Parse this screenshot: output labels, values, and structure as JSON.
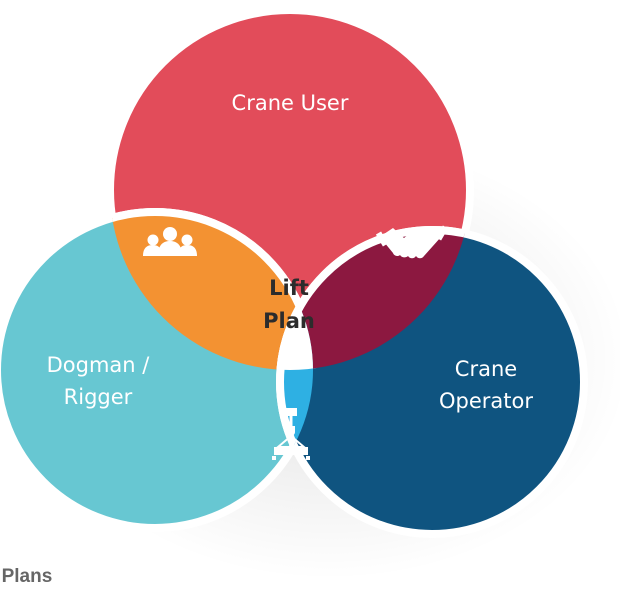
{
  "diagram": {
    "top": "Crane User",
    "left_line1": "Dogman /",
    "left_line2": "Rigger",
    "right_line1": "Crane",
    "right_line2": "Operator",
    "center_line1": "Lift",
    "center_line2": "Plan"
  },
  "caption": "t Plans",
  "colors": {
    "crane_user": "#e24c5a",
    "dogman_rigger": "#67c7d2",
    "crane_operator": "#0f5480",
    "overlap_user_rigger": "#f39232",
    "overlap_user_operator": "#8c1840",
    "overlap_rigger_operator": "#2eb0e3",
    "center": "#ffffff"
  },
  "icons": {
    "user_rigger": "group-icon",
    "user_operator": "handshake-icon",
    "rigger_operator": "crane-hook-icon"
  }
}
